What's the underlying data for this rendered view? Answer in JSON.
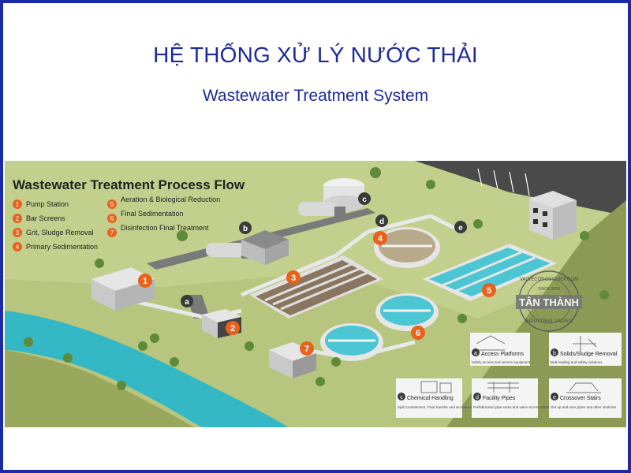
{
  "header": {
    "title_vn": "HỆ THỐNG XỬ LÝ NƯỚC THẢI",
    "subtitle_en": "Wastewater Treatment System"
  },
  "diagram": {
    "title": "Wastewater Treatment Process Flow",
    "legend_left": [
      {
        "num": "1",
        "label": "Pump Station"
      },
      {
        "num": "2",
        "label": "Bar Screens"
      },
      {
        "num": "3",
        "label": "Grit, Sludge Removal"
      },
      {
        "num": "4",
        "label": "Primary Sedimentation"
      }
    ],
    "legend_right": [
      {
        "num": "5",
        "label": "Aeration & Biological Reduction"
      },
      {
        "num": "6",
        "label": "Final Sedimentation"
      },
      {
        "num": "7",
        "label": "Disinfection Final Treatment"
      }
    ],
    "map_markers": [
      "1",
      "2",
      "3",
      "4",
      "5",
      "6",
      "7",
      "a",
      "b",
      "c",
      "d",
      "e"
    ],
    "watermark": {
      "brand": "TÂN THÀNH",
      "arc_top": "VALVECONGNGHIEP.COM",
      "arc_bottom": "INDUSTRIAL VALVES",
      "year": "SINCE 2009"
    },
    "access_cards": [
      {
        "letter": "a",
        "title": "Access Platforms",
        "desc": "Safely access and service equipment"
      },
      {
        "letter": "b",
        "title": "Solids/Sludge Removal",
        "desc": "Bulk loading and safety solutions"
      },
      {
        "letter": "c",
        "title": "Chemical Handling",
        "desc": "Spill Containment, Fluid transfer and access solutions"
      },
      {
        "letter": "d",
        "title": "Facility Pipes",
        "desc": "Prefabricated pipe racks and valve access stairs"
      },
      {
        "letter": "e",
        "title": "Crossover Stairs",
        "desc": "Get up and over pipes and other obsticles"
      }
    ]
  },
  "colors": {
    "frame": "#1a2aa8",
    "title": "#1d2a9c",
    "orange_marker": "#e8621c",
    "dark_marker": "#3a3a3a",
    "ground": "#a9b86e",
    "river": "#35b8c6",
    "water_tank": "#4cc6d2"
  }
}
